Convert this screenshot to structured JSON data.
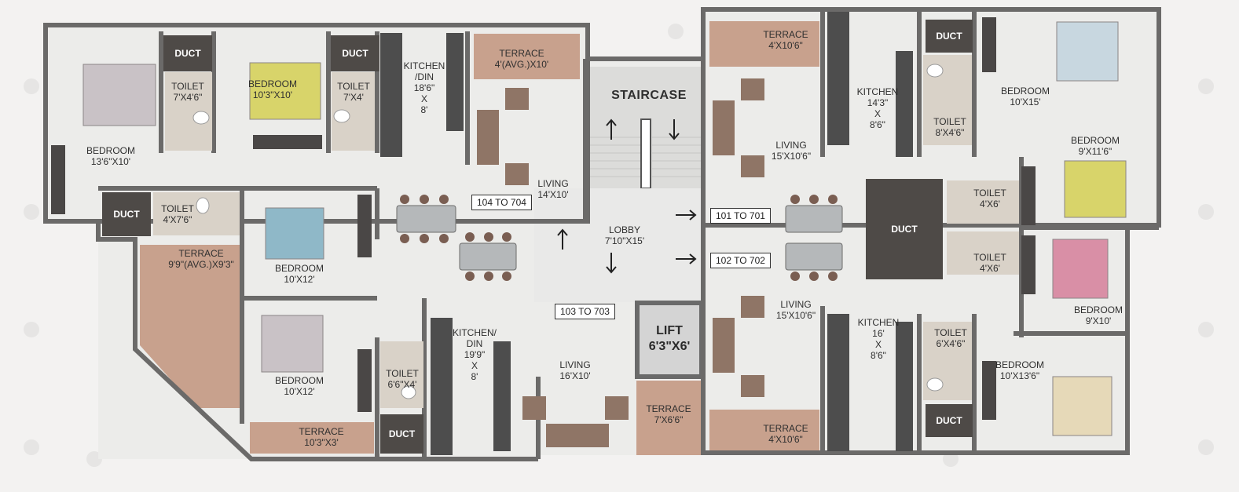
{
  "colors": {
    "wall": "#6b6a69",
    "floor": "#ececea",
    "terrace": "#c8a18d",
    "duct": "#4e4a47",
    "bed_grey": "#c9c2c6",
    "bed_yellow": "#d8d46a",
    "bed_blue": "#8fb8c8",
    "bed_pink": "#d98fa6",
    "bed_beige": "#e6d9b8",
    "sofa": "#8f7566",
    "counter": "#4d4d4d"
  },
  "core": {
    "staircase": "STAIRCASE",
    "lobby": [
      "LOBBY",
      "7'10\"X15'"
    ],
    "lift": [
      "LIFT",
      "6'3\"X6'"
    ]
  },
  "unit_tags": [
    "104 TO 704",
    "101 TO 701",
    "102 TO 702",
    "103 TO 703"
  ],
  "duct_label": "DUCT",
  "rooms": [
    {
      "key": "r1",
      "lines": [
        "BEDROOM",
        "13'6\"X10'"
      ]
    },
    {
      "key": "r2",
      "lines": [
        "TOILET",
        "7'X4'6\""
      ]
    },
    {
      "key": "r3",
      "lines": [
        "BEDROOM",
        "10'3\"X10'"
      ]
    },
    {
      "key": "r4",
      "lines": [
        "TOILET",
        "7'X4'"
      ]
    },
    {
      "key": "r5",
      "lines": [
        "KITCHEN",
        "/DIN",
        "18'6\"",
        "X",
        "8'"
      ]
    },
    {
      "key": "r6",
      "lines": [
        "TERRACE",
        "4'(AVG.)X10'"
      ]
    },
    {
      "key": "r7",
      "lines": [
        "LIVING",
        "14'X10'"
      ]
    },
    {
      "key": "r8",
      "lines": [
        "TOILET",
        "4'X7'6\""
      ]
    },
    {
      "key": "r9",
      "lines": [
        "BEDROOM",
        "10'X12'"
      ]
    },
    {
      "key": "r10",
      "lines": [
        "TERRACE",
        "9'9\"(AVG.)X9'3\""
      ]
    },
    {
      "key": "r11",
      "lines": [
        "BEDROOM",
        "10'X12'"
      ]
    },
    {
      "key": "r12",
      "lines": [
        "TOILET",
        "6'6\"X4'"
      ]
    },
    {
      "key": "r13",
      "lines": [
        "TERRACE",
        "10'3\"X3'"
      ]
    },
    {
      "key": "r14",
      "lines": [
        "KITCHEN/",
        "DIN",
        "19'9\"",
        "X",
        "8'"
      ]
    },
    {
      "key": "r15",
      "lines": [
        "LIVING",
        "16'X10'"
      ]
    },
    {
      "key": "r16",
      "lines": [
        "TERRACE",
        "7'X6'6\""
      ]
    },
    {
      "key": "r17",
      "lines": [
        "TERRACE",
        "4'X10'6\""
      ]
    },
    {
      "key": "r18",
      "lines": [
        "KITCHEN",
        "14'3\"",
        "X",
        "8'6\""
      ]
    },
    {
      "key": "r19",
      "lines": [
        "TOILET",
        "8'X4'6\""
      ]
    },
    {
      "key": "r20",
      "lines": [
        "BEDROOM",
        "10'X15'"
      ]
    },
    {
      "key": "r21",
      "lines": [
        "LIVING",
        "15'X10'6\""
      ]
    },
    {
      "key": "r22",
      "lines": [
        "BEDROOM",
        "9'X11'6\""
      ]
    },
    {
      "key": "r23",
      "lines": [
        "TOILET",
        "4'X6'"
      ]
    },
    {
      "key": "r24",
      "lines": [
        "TOILET",
        "4'X6'"
      ]
    },
    {
      "key": "r25",
      "lines": [
        "BEDROOM",
        "9'X10'"
      ]
    },
    {
      "key": "r26",
      "lines": [
        "LIVING",
        "15'X10'6\""
      ]
    },
    {
      "key": "r27",
      "lines": [
        "KITCHEN",
        "16'",
        "X",
        "8'6\""
      ]
    },
    {
      "key": "r28",
      "lines": [
        "TOILET",
        "6'X4'6\""
      ]
    },
    {
      "key": "r29",
      "lines": [
        "BEDROOM",
        "10'X13'6\""
      ]
    },
    {
      "key": "r30",
      "lines": [
        "TERRACE",
        "4'X10'6\""
      ]
    }
  ]
}
